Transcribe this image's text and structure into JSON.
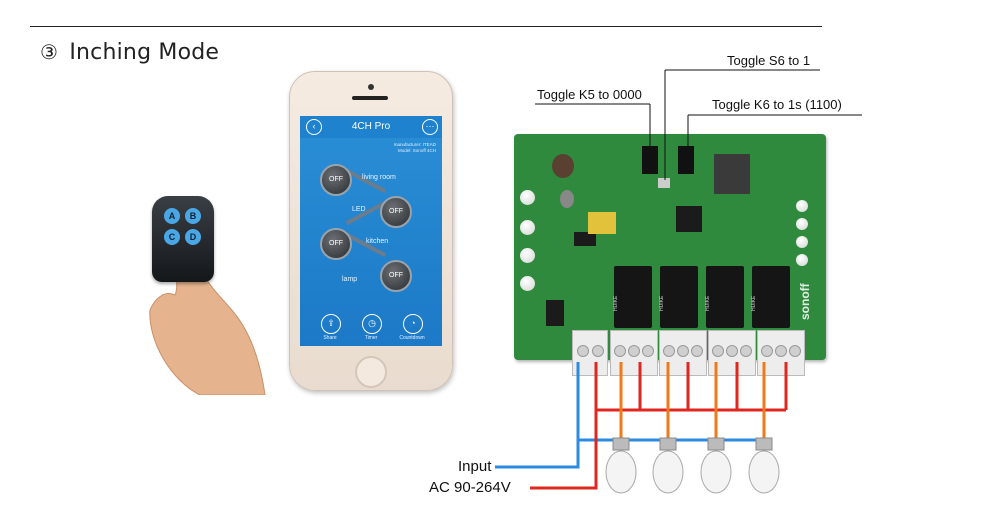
{
  "heading": {
    "number": "③",
    "text": "Inching Mode"
  },
  "phone_app": {
    "title": "4CH Pro",
    "back_icon": "chevron-left-icon",
    "more_icon": "ellipsis-icon",
    "meta_lines": [
      "manufacturer: ITEAD",
      "Model: Sonoff 4CH"
    ],
    "channels": [
      {
        "state": "OFF",
        "label": "living room"
      },
      {
        "state": "OFF",
        "label": "LED"
      },
      {
        "state": "OFF",
        "label": "kitchen"
      },
      {
        "state": "OFF",
        "label": "lamp"
      }
    ],
    "bottom": [
      {
        "icon": "share-icon",
        "label": "Share"
      },
      {
        "icon": "timer-icon",
        "label": "Timer"
      },
      {
        "icon": "countdown-icon",
        "label": "Countdown"
      }
    ]
  },
  "remote": {
    "buttons": [
      "A",
      "B",
      "C",
      "D"
    ]
  },
  "board": {
    "brand": "sonoff",
    "relay_text": "HUIKE"
  },
  "annotations": {
    "toggle_s6": "Toggle S6 to 1",
    "toggle_k5": "Toggle K5 to 0000",
    "toggle_k6": "Toggle K6 to 1s (1100)"
  },
  "wiring": {
    "input_label": "Input",
    "ac_label": "AC 90-264V"
  },
  "colors": {
    "phase": "#e0271f",
    "neutral": "#2b8be0",
    "load": "#f07a1a",
    "board": "#2f8a3e",
    "app_blue": "#1f82cf"
  }
}
